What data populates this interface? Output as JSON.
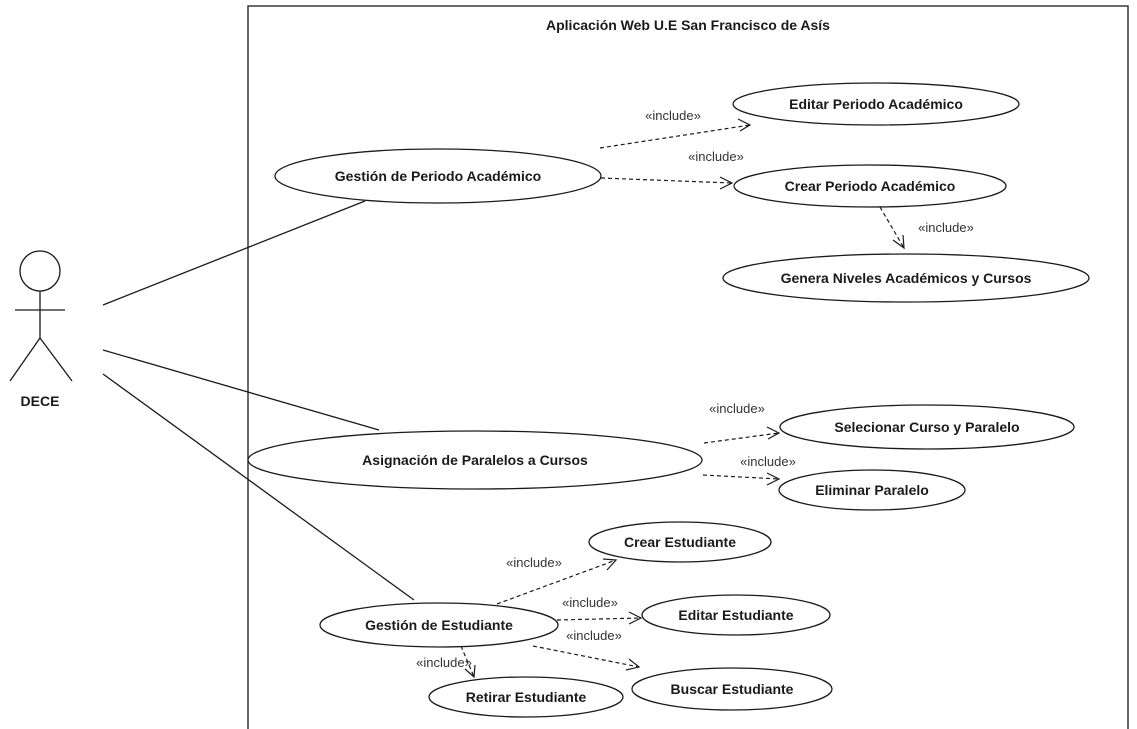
{
  "system": {
    "title": "Aplicación Web U.E San Francisco de Asís"
  },
  "actor": {
    "name": "DECE"
  },
  "use_cases": {
    "gestion_periodo": "Gestión de Periodo Académico",
    "editar_periodo": "Editar  Periodo Académico",
    "crear_periodo": "Crear Periodo Académico",
    "genera_niveles": "Genera Niveles Académicos y Cursos",
    "asignacion_paralelos": "Asignación de Paralelos a Cursos",
    "selecionar_curso": "Selecionar Curso y Paralelo",
    "eliminar_paralelo": "Eliminar Paralelo",
    "gestion_estudiante": "Gestión de Estudiante",
    "crear_estudiante": "Crear Estudiante",
    "editar_estudiante": "Editar Estudiante",
    "retirar_estudiante": "Retirar Estudiante",
    "buscar_estudiante": "Buscar Estudiante"
  },
  "relations": {
    "include_label": "«include»"
  }
}
